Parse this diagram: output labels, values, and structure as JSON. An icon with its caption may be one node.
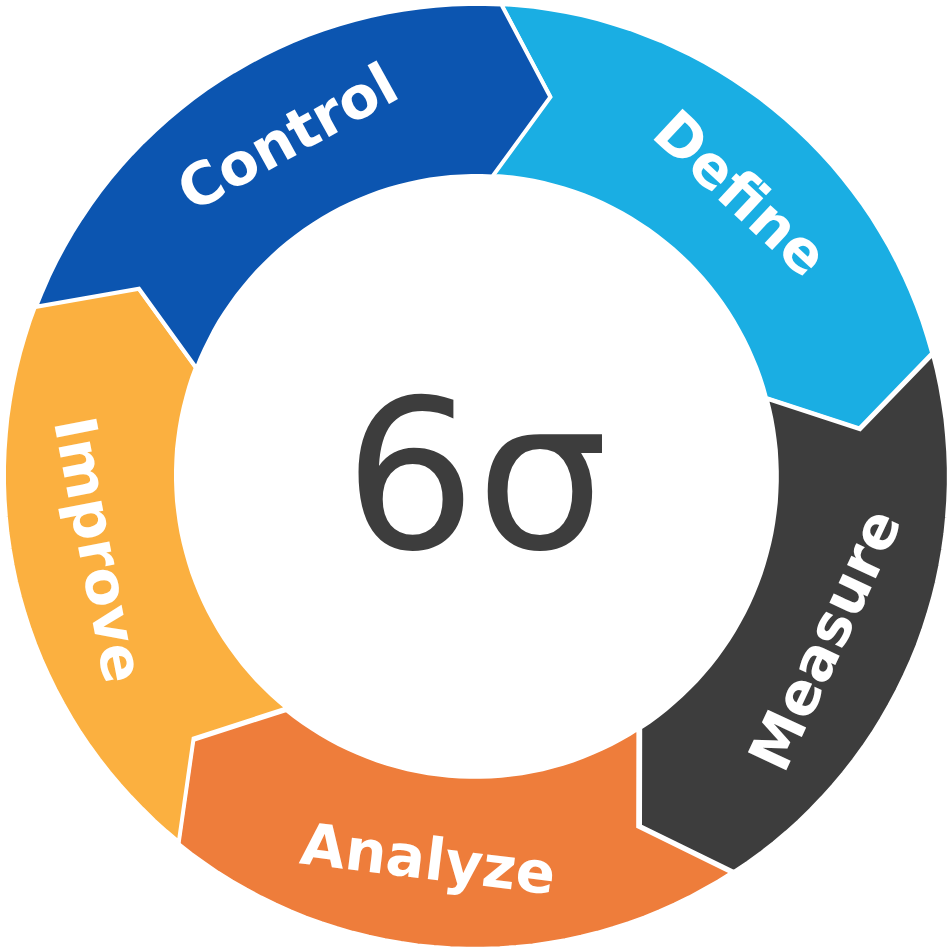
{
  "diagram": {
    "nodes": [
      {
        "text": [
          "6σ"
        ]
      },
      {
        "text": [
          "Define"
        ]
      },
      {
        "text": [
          "Measure"
        ]
      },
      {
        "text": [
          "Analyze"
        ]
      },
      {
        "text": [
          "Improve"
        ]
      },
      {
        "text": [
          "Control"
        ]
      }
    ]
  }
}
